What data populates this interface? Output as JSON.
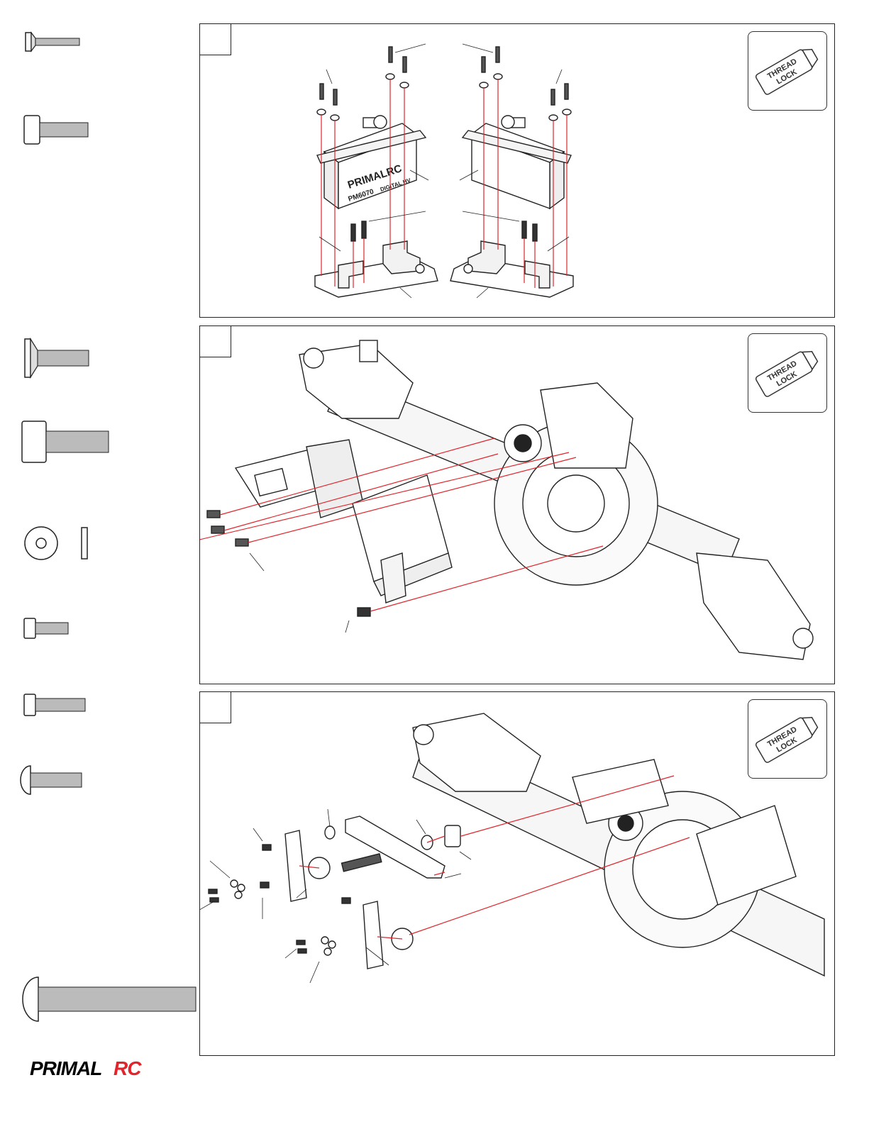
{
  "brand": {
    "name": "PRIMALRC",
    "primary_color": "#000000",
    "accent_color": "#e0252b"
  },
  "sidebar": {
    "hardware": [
      {
        "icon": "flat-head-screw-icon"
      },
      {
        "icon": "cap-head-screw-icon"
      },
      {
        "icon": "flat-head-screw-icon"
      },
      {
        "icon": "cap-head-screw-icon"
      },
      {
        "icon": "washer-icon"
      },
      {
        "icon": "cap-head-screw-icon"
      },
      {
        "icon": "cap-head-screw-icon"
      },
      {
        "icon": "button-head-screw-icon"
      },
      {
        "icon": "button-head-screw-icon"
      }
    ]
  },
  "panels": [
    {
      "step_number": "",
      "thread_lock_line1": "THREAD",
      "thread_lock_line2": "LOCK",
      "servo_brand": "PRIMALRC",
      "servo_model": "PM6070",
      "servo_spec": "DIGITAL HV"
    },
    {
      "step_number": "",
      "thread_lock_line1": "THREAD",
      "thread_lock_line2": "LOCK"
    },
    {
      "step_number": "",
      "thread_lock_line1": "THREAD",
      "thread_lock_line2": "LOCK"
    }
  ],
  "guide_line_color": "#e0252b"
}
